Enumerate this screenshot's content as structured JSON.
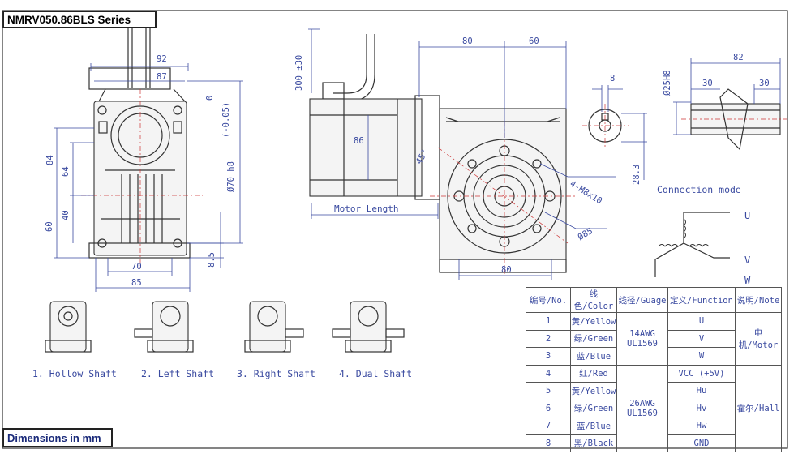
{
  "title": "NMRV050.86BLS Series",
  "note": "Dimensions in mm",
  "dimensions": {
    "front": [
      "92",
      "87",
      "84",
      "64",
      "40",
      "60",
      "70",
      "85",
      "8.5",
      "0",
      "(-0.05)",
      "Ø70 h8"
    ],
    "side": [
      "300 ±30",
      "80",
      "60",
      "86",
      "45°",
      "Motor Length",
      "4-M8x10",
      "Ø85",
      "80"
    ],
    "shaft": [
      "8",
      "Ø25H8",
      "28.3",
      "82",
      "30",
      "30"
    ]
  },
  "labels": {
    "connection_mode": "Connection mode",
    "phase_u": "U",
    "phase_v": "V",
    "phase_w": "W"
  },
  "shaft_types": [
    "1. Hollow Shaft",
    "2. Left Shaft",
    "3. Right Shaft",
    "4. Dual Shaft"
  ],
  "table": {
    "headers": [
      "编号/No.",
      "线色/Color",
      "线径/Guage",
      "定义/Function",
      "说明/Note"
    ],
    "rows": [
      {
        "no": "1",
        "color": "黄/Yellow",
        "function": "U"
      },
      {
        "no": "2",
        "color": "绿/Green",
        "function": "V"
      },
      {
        "no": "3",
        "color": "蓝/Blue",
        "function": "W"
      },
      {
        "no": "4",
        "color": "红/Red",
        "function": "VCC (+5V)"
      },
      {
        "no": "5",
        "color": "黄/Yellow",
        "function": "Hu"
      },
      {
        "no": "6",
        "color": "绿/Green",
        "function": "Hv"
      },
      {
        "no": "7",
        "color": "蓝/Blue",
        "function": "Hw"
      },
      {
        "no": "8",
        "color": "黑/Black",
        "function": "GND"
      }
    ],
    "gauge_motor": [
      "14AWG",
      "UL1569"
    ],
    "gauge_hall": [
      "26AWG",
      "UL1569"
    ],
    "note_motor": "电机/Motor",
    "note_hall": "霍尔/Hall"
  }
}
